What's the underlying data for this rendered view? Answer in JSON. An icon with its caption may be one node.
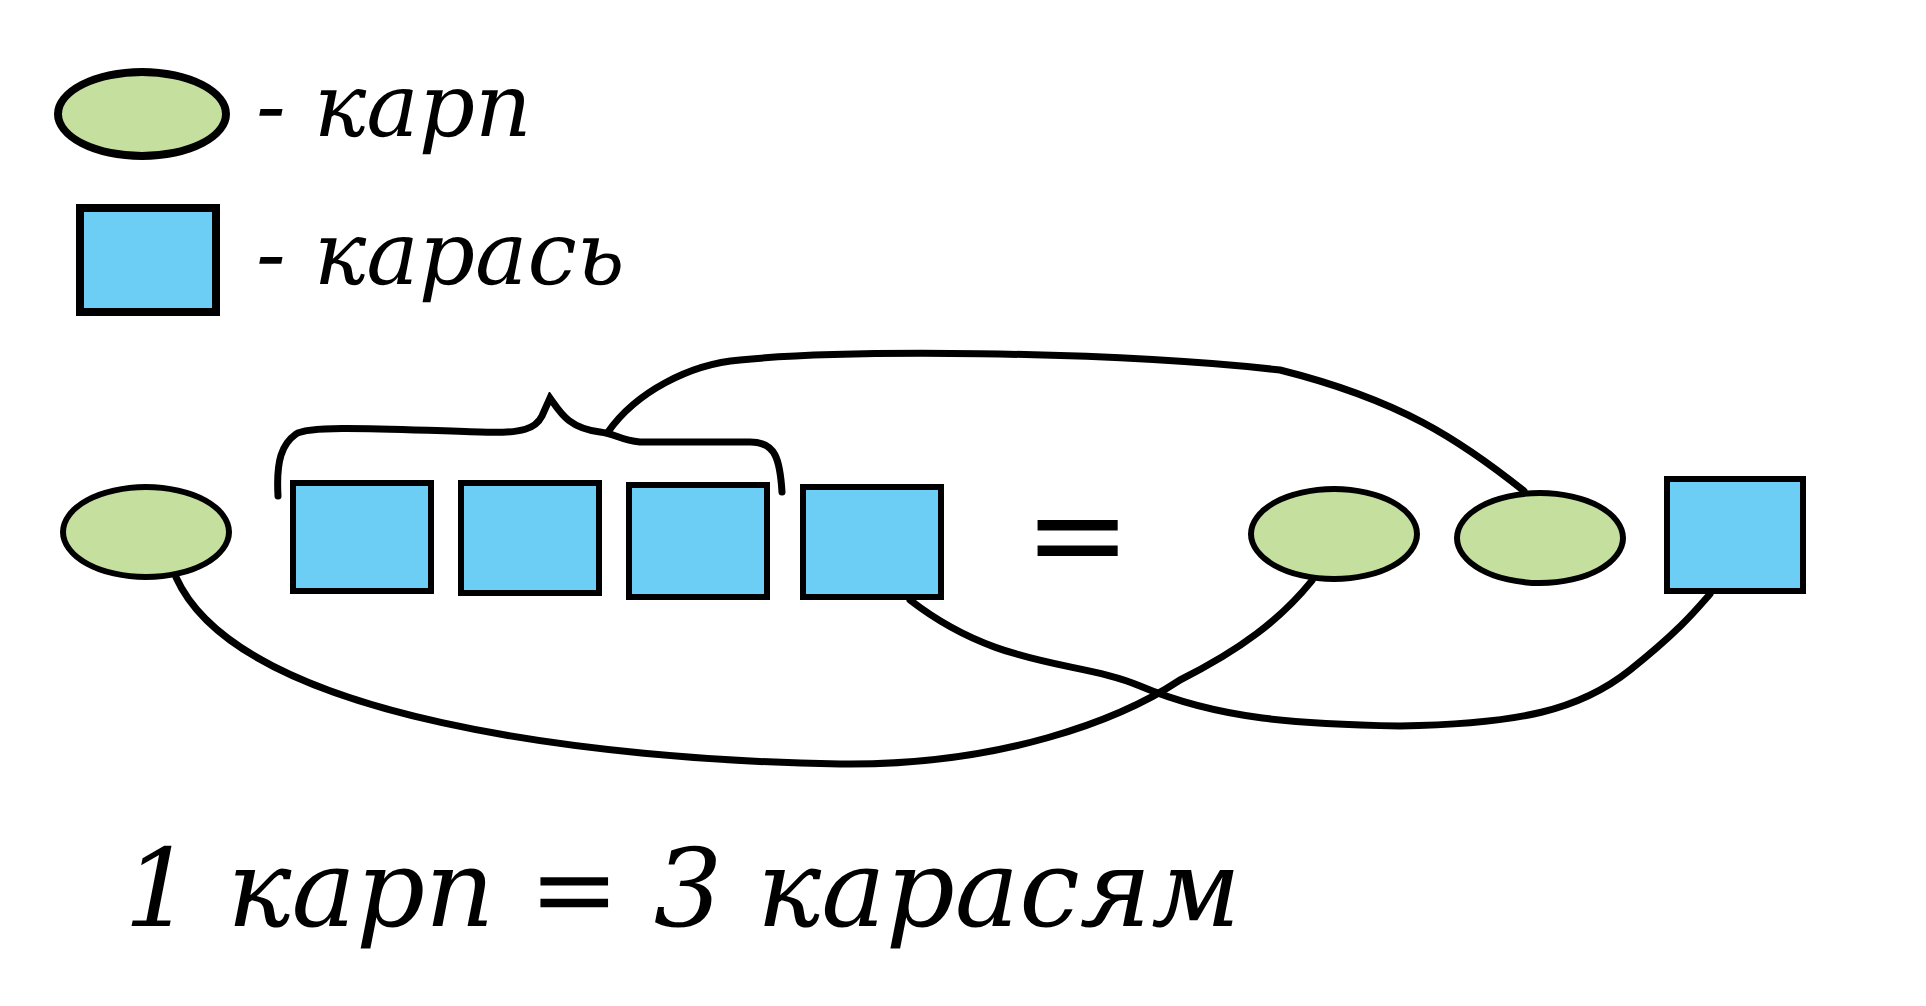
{
  "diagram": {
    "nodes": [
      {
        "text": [],
        "shape": "ellipse"
      },
      {
        "text": [],
        "shape": "square"
      },
      {
        "text": [],
        "shape": "square"
      },
      {
        "text": [],
        "shape": "square"
      },
      {
        "text": [],
        "shape": "square"
      },
      {
        "text": [],
        "shape": "ellipse"
      },
      {
        "text": [],
        "shape": "ellipse"
      },
      {
        "text": [],
        "shape": "square"
      },
      {
        "text": [],
        "shape": "bracket"
      }
    ],
    "edges": [
      {
        "from": 0,
        "to": 5,
        "arrow": "none"
      },
      {
        "from": 4,
        "to": 7,
        "arrow": "none"
      },
      {
        "from": 8,
        "to": 6,
        "arrow": "none"
      }
    ],
    "labels": [
      "=",
      "1 карп = 3 карасям"
    ],
    "legend": [
      {
        "text": "- карп",
        "color": "#c5e09e"
      },
      {
        "text": "- карась",
        "color": "#6ccef5"
      }
    ]
  }
}
